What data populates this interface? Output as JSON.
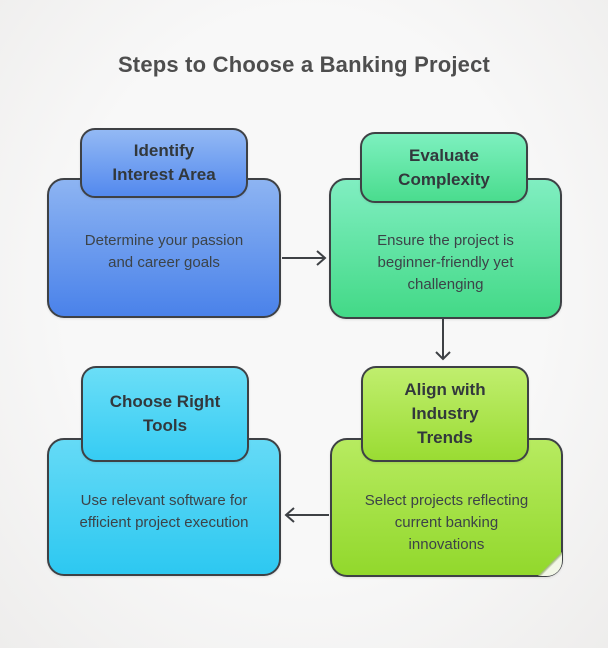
{
  "title": "Steps to Choose a Banking Project",
  "background_color": "#f7f7f7",
  "stroke_color": "#3e4145",
  "title_color": "#4e4e4e",
  "heading_text_color": "#32383c",
  "description_text_color": "#3c4348",
  "steps": [
    {
      "name": "identify-interest-area",
      "heading": "Identify Interest Area",
      "heading_lines": [
        "Identify",
        "Interest Area"
      ],
      "description": "Determine your passion and career goals",
      "description_lines": [
        "Determine your passion",
        "and career goals"
      ],
      "header_gradient": [
        "#93b9f4",
        "#5389ee"
      ],
      "body_gradient": [
        "#8db4f2",
        "#4a82ea"
      ]
    },
    {
      "name": "evaluate-complexity",
      "heading": "Evaluate Complexity",
      "heading_lines": [
        "Evaluate",
        "Complexity"
      ],
      "description": "Ensure the project is beginner-friendly yet challenging",
      "description_lines": [
        "Ensure the project is",
        "beginner-friendly yet",
        "challenging"
      ],
      "header_gradient": [
        "#7df0bf",
        "#4adc8e"
      ],
      "body_gradient": [
        "#80eec1",
        "#43d987"
      ]
    },
    {
      "name": "align-with-industry-trends",
      "heading": "Align with Industry Trends",
      "heading_lines": [
        "Align with",
        "Industry",
        "Trends"
      ],
      "description": "Select projects reflecting current banking innovations",
      "description_lines": [
        "Select projects reflecting",
        "current banking",
        "innovations"
      ],
      "header_gradient": [
        "#c0ee6e",
        "#9adc33"
      ],
      "body_gradient": [
        "#b7eb60",
        "#92d82c"
      ]
    },
    {
      "name": "choose-right-tools",
      "heading": "Choose Right Tools",
      "heading_lines": [
        "Choose Right",
        "Tools"
      ],
      "description": "Use relevant software for efficient project execution",
      "description_lines": [
        "Use relevant software for",
        "efficient project execution"
      ],
      "header_gradient": [
        "#6bdef7",
        "#36ccf3"
      ],
      "body_gradient": [
        "#65daf6",
        "#2dc8f1"
      ]
    }
  ],
  "arrows": [
    {
      "name": "arrow-step1-to-step2",
      "direction": "right"
    },
    {
      "name": "arrow-step2-to-step3",
      "direction": "down"
    },
    {
      "name": "arrow-step3-to-step4",
      "direction": "left"
    }
  ]
}
